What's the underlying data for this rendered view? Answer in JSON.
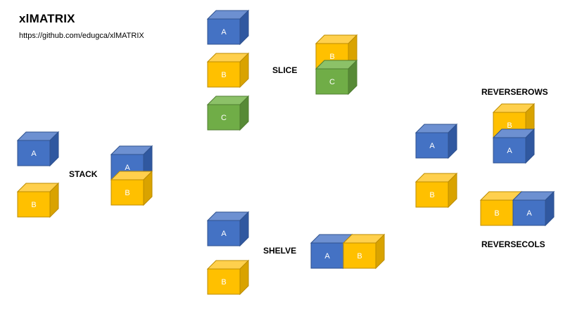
{
  "header": {
    "title": "xlMATRIX",
    "link": "https://github.com/edugca/xlMATRIX"
  },
  "colors": {
    "A": {
      "front": "#4472C4",
      "top": "#6D90D1",
      "side": "#3058A0",
      "edge": "#2F528F"
    },
    "B": {
      "front": "#FFC000",
      "top": "#FFD04D",
      "side": "#D9A300",
      "edge": "#BC8C00"
    },
    "C": {
      "front": "#70AD47",
      "top": "#8CC168",
      "side": "#578A36",
      "edge": "#507E32"
    }
  },
  "labels": {
    "stack": "STACK",
    "slice": "SLICE",
    "shelve": "SHELVE",
    "reverserows": "REVERSEROWS",
    "reversecols": "REVERSECOLS"
  },
  "cubes": [
    {
      "id": "stack-input-a",
      "label": "A",
      "group": "stack-input"
    },
    {
      "id": "stack-input-b",
      "label": "B",
      "group": "stack-input"
    },
    {
      "id": "stack-output-a",
      "label": "A",
      "group": "stack-output"
    },
    {
      "id": "stack-output-b",
      "label": "B",
      "group": "stack-output"
    },
    {
      "id": "slice-input-a",
      "label": "A",
      "group": "slice-input"
    },
    {
      "id": "slice-input-b",
      "label": "B",
      "group": "slice-input"
    },
    {
      "id": "slice-input-c",
      "label": "C",
      "group": "slice-input"
    },
    {
      "id": "slice-output-b",
      "label": "B",
      "group": "slice-output"
    },
    {
      "id": "slice-output-c",
      "label": "C",
      "group": "slice-output"
    },
    {
      "id": "shelve-input-a",
      "label": "A",
      "group": "shelve-input"
    },
    {
      "id": "shelve-input-b",
      "label": "B",
      "group": "shelve-input"
    },
    {
      "id": "shelve-output-a",
      "label": "A",
      "group": "shelve-output"
    },
    {
      "id": "shelve-output-b",
      "label": "B",
      "group": "shelve-output"
    },
    {
      "id": "reverse-input-a",
      "label": "A",
      "group": "reverse-input"
    },
    {
      "id": "reverse-input-b",
      "label": "B",
      "group": "reverse-input"
    },
    {
      "id": "reverserows-output-b",
      "label": "B",
      "group": "reverserows-output"
    },
    {
      "id": "reverserows-output-a",
      "label": "A",
      "group": "reverserows-output"
    },
    {
      "id": "reversecols-output-b",
      "label": "B",
      "group": "reversecols-output"
    },
    {
      "id": "reversecols-output-a",
      "label": "A",
      "group": "reversecols-output"
    }
  ]
}
